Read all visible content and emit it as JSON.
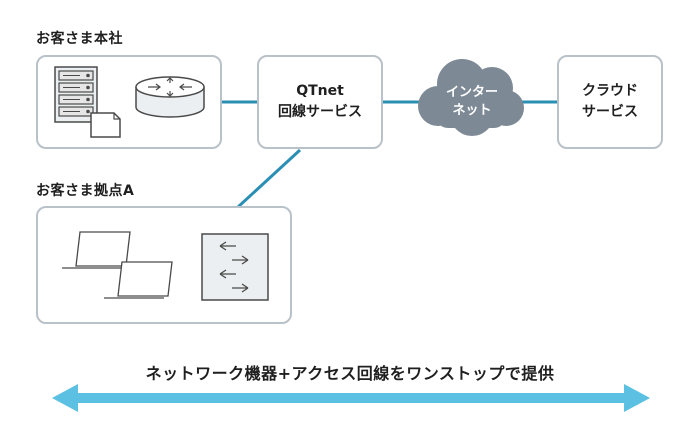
{
  "hq": {
    "label": "お客さま本社"
  },
  "branch": {
    "label": "お客さま拠点A"
  },
  "qtnet": {
    "line1": "QTnet",
    "line2": "回線サービス"
  },
  "internet": {
    "line1": "インター",
    "line2": "ネット"
  },
  "cloud": {
    "line1": "クラウド",
    "line2": "サービス"
  },
  "banner": {
    "text": "ネットワーク機器+アクセス回線をワンストップで提供"
  },
  "colors": {
    "connector": "#2b8fb4",
    "box_border": "#b9c1c9",
    "cloud_fill": "#7d8a96",
    "arrow": "#5bc0e2",
    "icon_stroke": "#4a4a4a",
    "server_face": "#e6e6e6",
    "light_fill": "#eceff1"
  },
  "icons": {
    "hq": [
      "server-rack-icon",
      "document-icon",
      "router-icon"
    ],
    "branch": [
      "laptop-icon",
      "laptop-icon",
      "network-switch-icon"
    ]
  }
}
